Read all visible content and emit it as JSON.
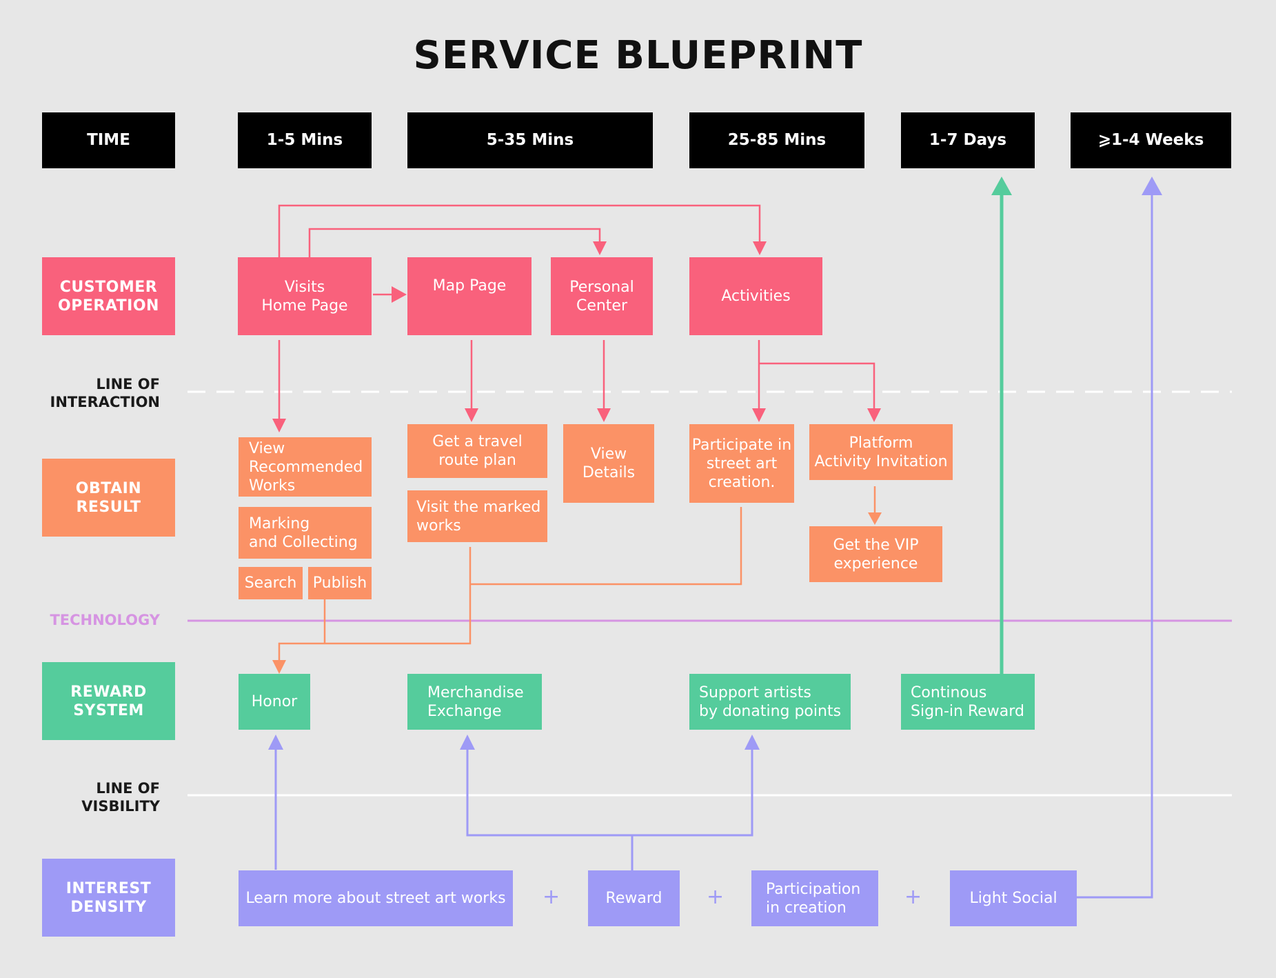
{
  "title": "SERVICE BLUEPRINT",
  "colors": {
    "background": "#e7e7e7",
    "header": "#000000",
    "customer_operation": "#f9617c",
    "obtain_result": "#fb9266",
    "reward_system": "#55cc9c",
    "interest_density": "#9e9af6",
    "technology_line": "#d694e2",
    "divider": "#ffffff"
  },
  "time": {
    "label": "TIME",
    "phases": [
      "1-5 Mins",
      "5-35 Mins",
      "25-85 Mins",
      "1-7 Days",
      "⩾1-4 Weeks"
    ]
  },
  "lanes": {
    "customer_operation": "CUSTOMER\nOPERATION",
    "obtain_result": "OBTAIN\nRESULT",
    "reward_system": "REWARD\nSYSTEM",
    "interest_density": "INTEREST\nDENSITY"
  },
  "lines": {
    "interaction": "LINE OF\nINTERACTION",
    "technology": "TECHNOLOGY",
    "visibility": "LINE OF\nVISBILITY"
  },
  "customer_operation": {
    "visits_home": "Visits\nHome Page",
    "map_page": "Map Page",
    "personal_center": "Personal\nCenter",
    "activities": "Activities"
  },
  "obtain_result": {
    "view_recommended": "View\nRecommended\nWorks",
    "marking_collecting": "Marking\nand Collecting",
    "search": "Search",
    "publish": "Publish",
    "travel_plan": "Get a travel\nroute plan",
    "visit_marked": "Visit the marked\nworks",
    "view_details": "View\nDetails",
    "participate": "Participate in\nstreet art\ncreation.",
    "platform_invitation": "Platform\nActivity Invitation",
    "vip": "Get the VIP\nexperience"
  },
  "reward_system": {
    "honor": "Honor",
    "merchandise": "Merchandise\nExchange",
    "support_artists": "Support artists\nby donating points",
    "sign_in": "Continous\nSign-in Reward"
  },
  "interest_density": {
    "learn_more": "Learn more about street art works",
    "reward": "Reward",
    "participation": "Participation\nin creation",
    "light_social": "Light Social",
    "plus": "+"
  }
}
